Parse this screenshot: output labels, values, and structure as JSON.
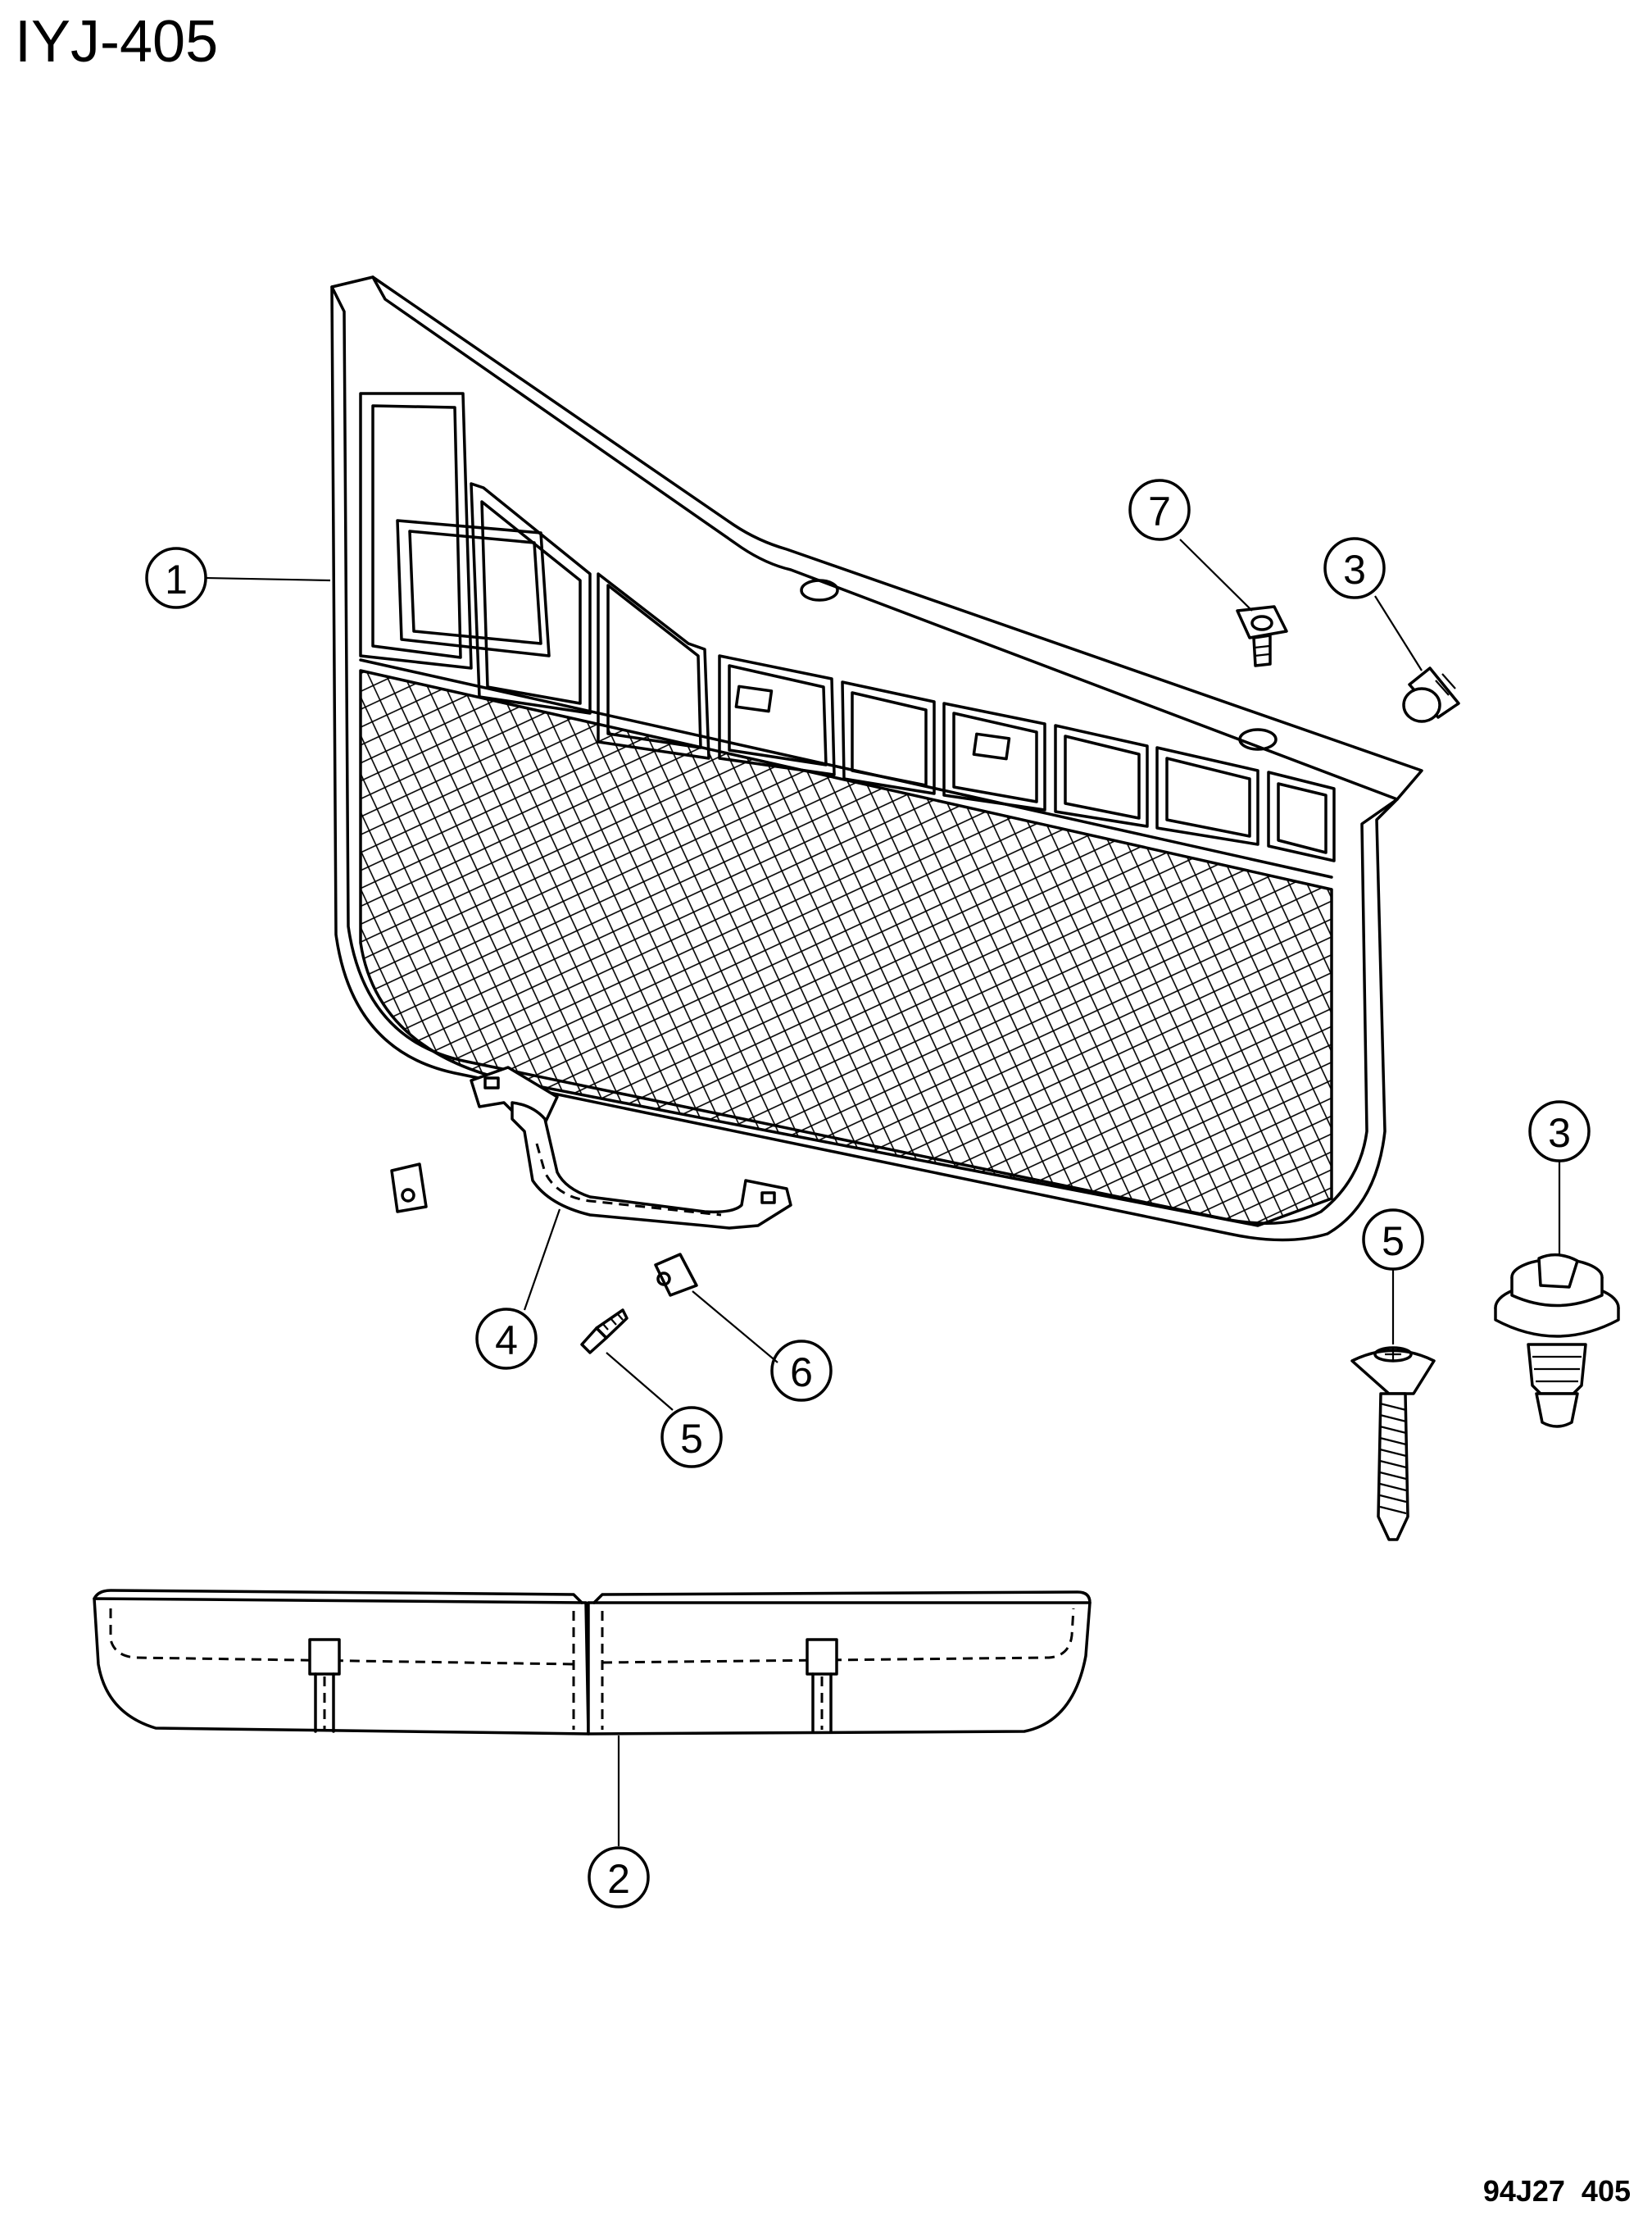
{
  "figure_id": "IYJ-405",
  "drawing_code": "94J27  405",
  "callouts": [
    {
      "id": "callout-1",
      "label": "1"
    },
    {
      "id": "callout-7",
      "label": "7"
    },
    {
      "id": "callout-3-top",
      "label": "3"
    },
    {
      "id": "callout-3-right",
      "label": "3"
    },
    {
      "id": "callout-5-right",
      "label": "5"
    },
    {
      "id": "callout-4",
      "label": "4"
    },
    {
      "id": "callout-6",
      "label": "6"
    },
    {
      "id": "callout-5-left",
      "label": "5"
    },
    {
      "id": "callout-2",
      "label": "2"
    }
  ]
}
